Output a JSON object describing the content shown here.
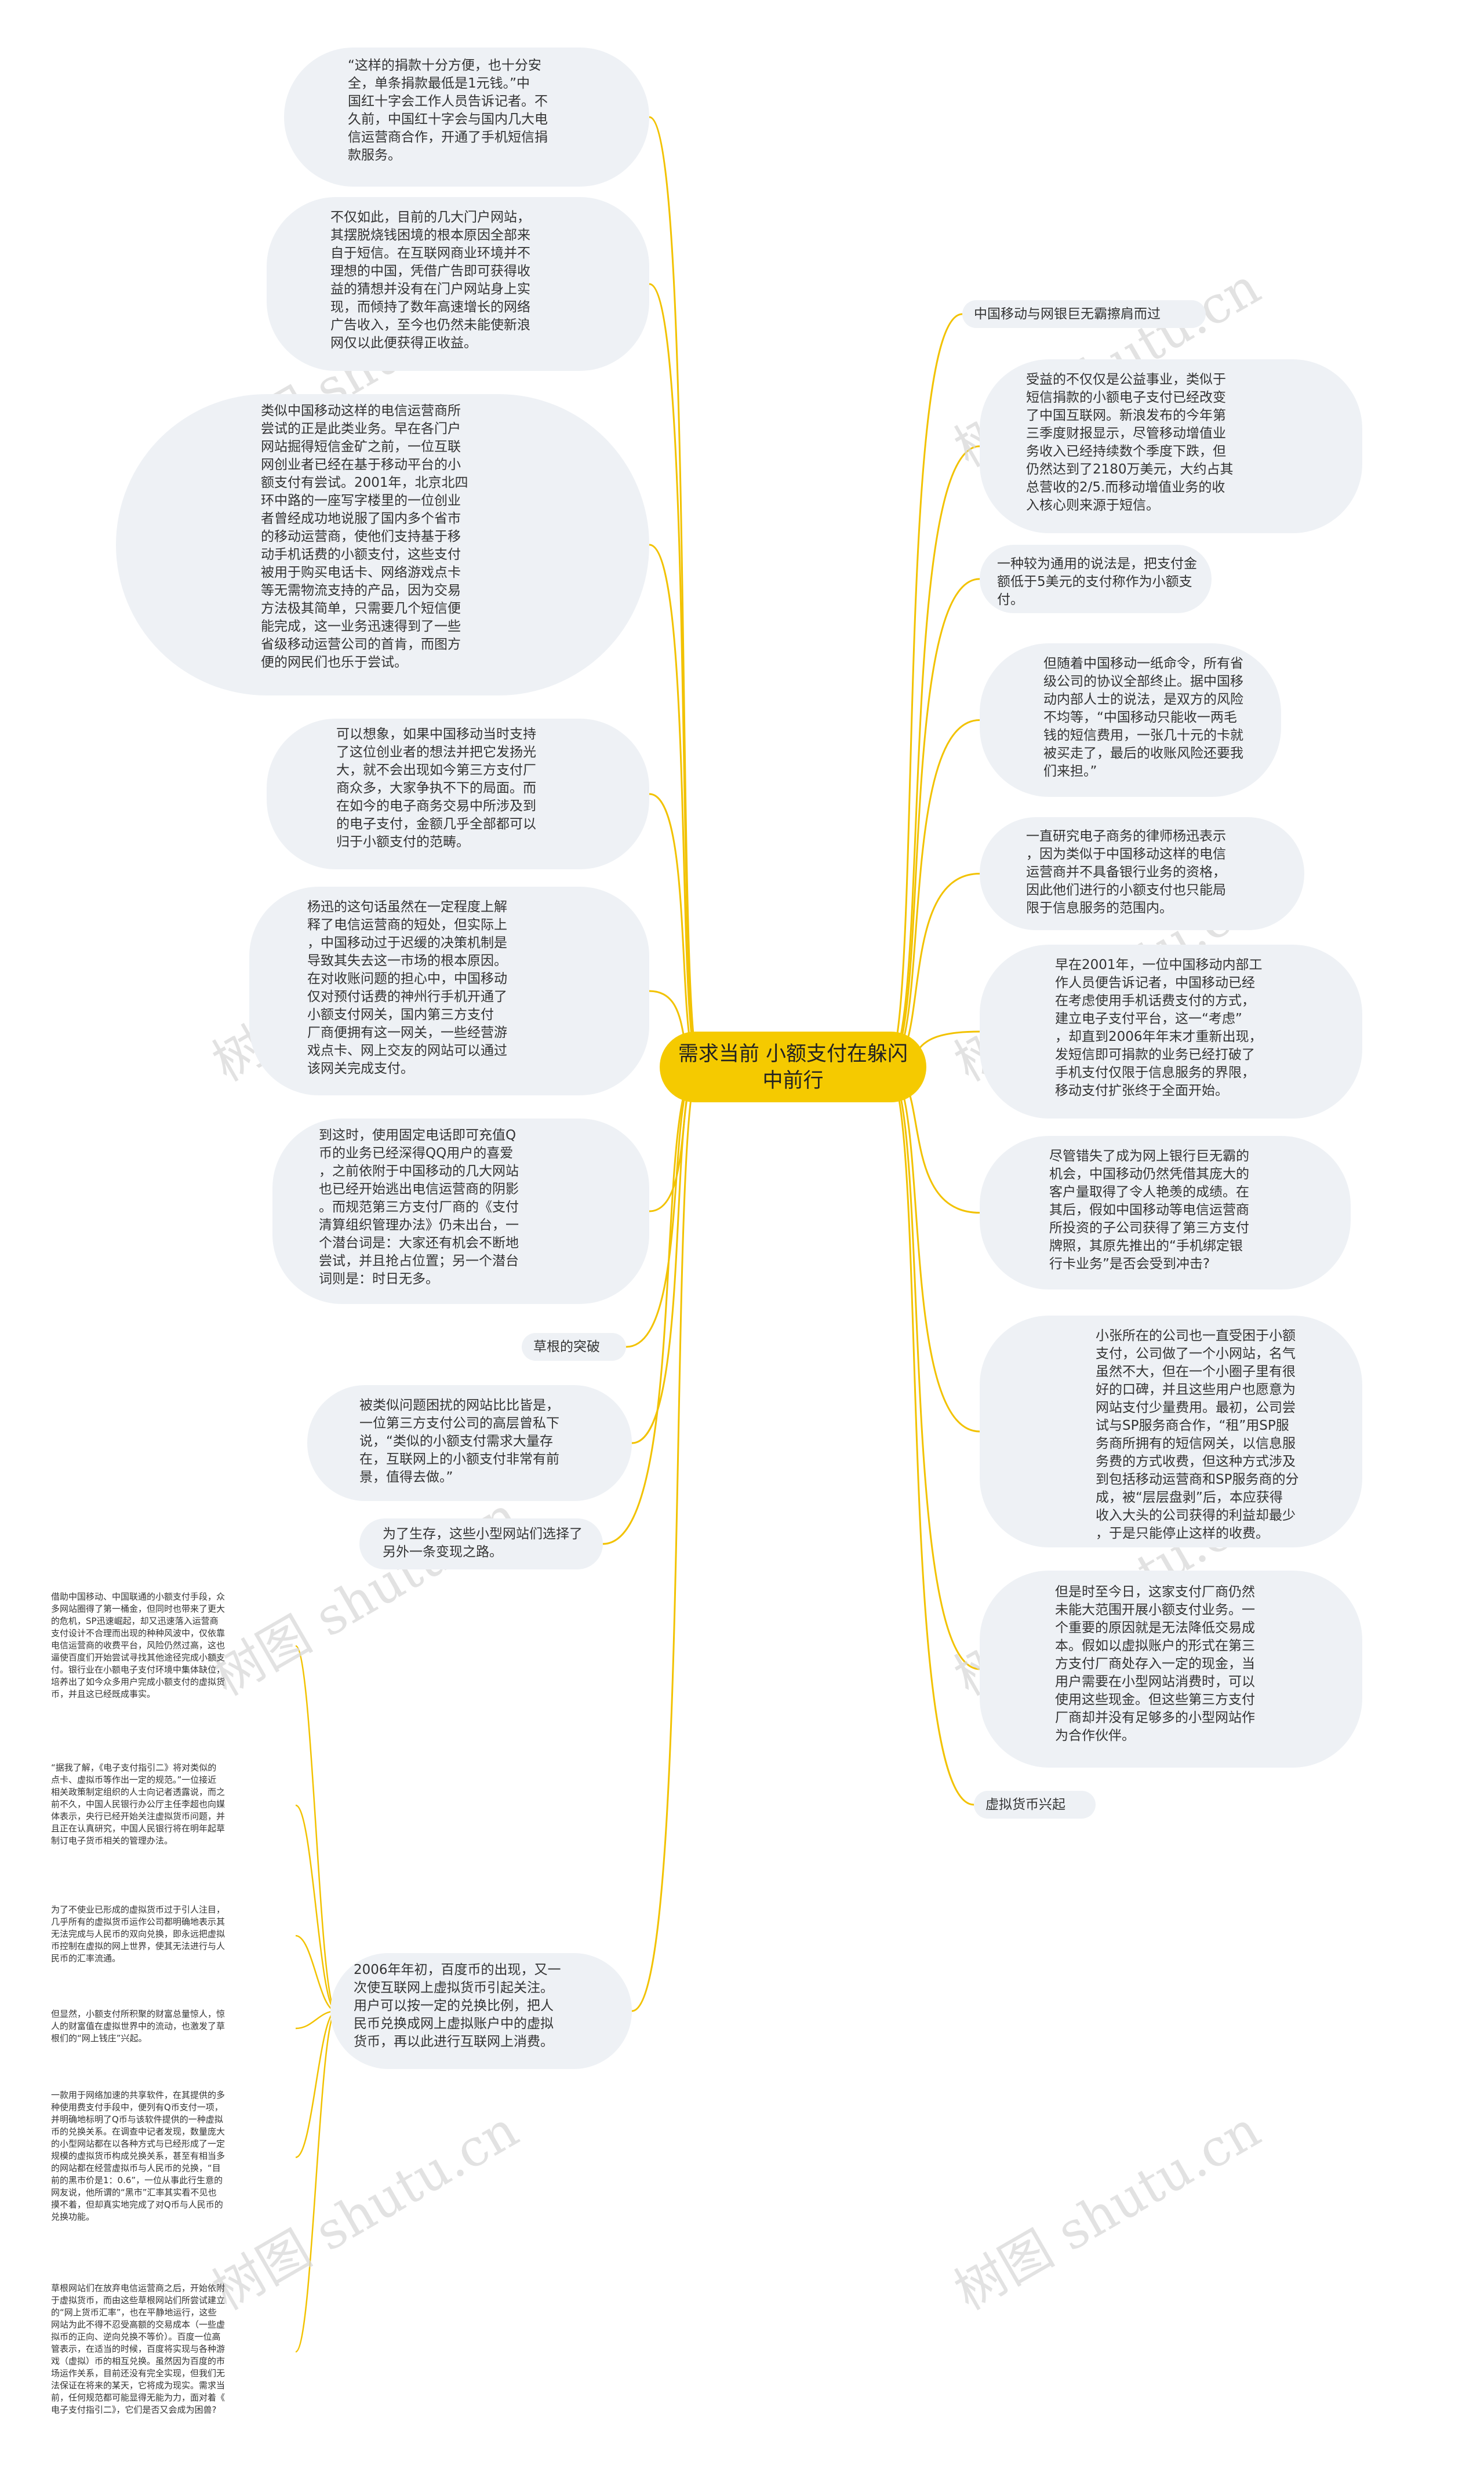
{
  "watermark": "树图 shutu.cn",
  "root": "需求当前 小额支付在躲闪\n中前行",
  "right": {
    "label1": "中国移动与网银巨无霸擦肩而过",
    "r1": "受益的不仅仅是公益事业，类似于\n短信捐款的小额电子支付已经改变\n了中国互联网。新浪发布的今年第\n三季度财报显示，尽管移动增值业\n务收入已经持续数个季度下跌，但\n仍然达到了2180万美元，大约占其\n总营收的2/5.而移动增值业务的收\n入核心则来源于短信。",
    "r2": "一种较为通用的说法是，把支付金\n额低于5美元的支付称作为小额支\n付。",
    "r3": "但随着中国移动一纸命令，所有省\n级公司的协议全部终止。据中国移\n动内部人士的说法，是双方的风险\n不均等，“中国移动只能收一两毛\n钱的短信费用，一张几十元的卡就\n被买走了，最后的收账风险还要我\n们来担。”",
    "r4": "一直研究电子商务的律师杨迅表示\n，因为类似于中国移动这样的电信\n运营商并不具备银行业务的资格，\n因此他们进行的小额支付也只能局\n限于信息服务的范围内。",
    "r5": "早在2001年，一位中国移动内部工\n作人员便告诉记者，中国移动已经\n在考虑使用手机话费支付的方式，\n建立电子支付平台，这一“考虑”\n，却直到2006年年末才重新出现，\n发短信即可捐款的业务已经打破了\n手机支付仅限于信息服务的界限，\n移动支付扩张终于全面开始。",
    "r6": "尽管错失了成为网上银行巨无霸的\n机会，中国移动仍然凭借其庞大的\n客户量取得了令人艳羡的成绩。在\n其后，假如中国移动等电信运营商\n所投资的子公司获得了第三方支付\n牌照，其原先推出的“手机绑定银\n行卡业务”是否会受到冲击?",
    "r7": "小张所在的公司也一直受困于小额\n支付，公司做了一个小网站，名气\n虽然不大，但在一个小圈子里有很\n好的口碑，并且这些用户也愿意为\n网站支付少量费用。最初，公司尝\n试与SP服务商合作，“租”用SP服\n务商所拥有的短信网关，以信息服\n务费的方式收费，但这种方式涉及\n到包括移动运营商和SP服务商的分\n成，被“层层盘剥”后，本应获得\n收入大头的公司获得的利益却最少\n，于是只能停止这样的收费。",
    "r8": "但是时至今日，这家支付厂商仍然\n未能大范围开展小额支付业务。一\n个重要的原因就是无法降低交易成\n本。假如以虚拟账户的形式在第三\n方支付厂商处存入一定的现金，当\n用户需要在小型网站消费时，可以\n使用这些现金。但这些第三方支付\n厂商却并没有足够多的小型网站作\n为合作伙伴。",
    "label2": "虚拟货币兴起"
  },
  "left": {
    "l1": "“这样的捐款十分方便，也十分安\n全，单条捐款最低是1元钱。”中\n国红十字会工作人员告诉记者。不\n久前，中国红十字会与国内几大电\n信运营商合作，开通了手机短信捐\n款服务。",
    "l2": "不仅如此，目前的几大门户网站，\n其摆脱烧钱困境的根本原因全部来\n自于短信。在互联网商业环境并不\n理想的中国，凭借广告即可获得收\n益的猜想并没有在门户网站身上实\n现，而倾持了数年高速增长的网络\n广告收入，至今也仍然未能使新浪\n网仅以此便获得正收益。",
    "l3": "类似中国移动这样的电信运营商所\n尝试的正是此类业务。早在各门户\n网站掘得短信金矿之前，一位互联\n网创业者已经在基于移动平台的小\n额支付有尝试。2001年，北京北四\n环中路的一座写字楼里的一位创业\n者曾经成功地说服了国内多个省市\n的移动运营商，使他们支持基于移\n动手机话费的小额支付，这些支付\n被用于购买电话卡、网络游戏点卡\n等无需物流支持的产品，因为交易\n方法极其简单，只需要几个短信便\n能完成，这一业务迅速得到了一些\n省级移动运营公司的首肯，而图方\n便的网民们也乐于尝试。",
    "l4": "可以想象，如果中国移动当时支持\n了这位创业者的想法并把它发扬光\n大，就不会出现如今第三方支付厂\n商众多，大家争执不下的局面。而\n在如今的电子商务交易中所涉及到\n的电子支付，金额几乎全部都可以\n归于小额支付的范畴。",
    "l5": "杨迅的这句话虽然在一定程度上解\n释了电信运营商的短处，但实际上\n，中国移动过于迟缓的决策机制是\n导致其失去这一市场的根本原因。\n在对收账问题的担心中，中国移动\n仅对预付话费的神州行手机开通了\n小额支付网关，国内第三方支付\n厂商便拥有这一网关，一些经营游\n戏点卡、网上交友的网站可以通过\n该网关完成支付。",
    "l6": "到这时，使用固定电话即可充值Q\n币的业务已经深得QQ用户的喜爱\n，之前依附于中国移动的几大网站\n也已经开始逃出电信运营商的阴影\n。而规范第三方支付厂商的《支付\n清算组织管理办法》仍未出台，一\n个潜台词是：大家还有机会不断地\n尝试，并且抢占位置；另一个潜台\n词则是：时日无多。",
    "label3": "草根的突破",
    "l7": "被类似问题困扰的网站比比皆是，\n一位第三方支付公司的高层曾私下\n说，“类似的小额支付需求大量存\n在，互联网上的小额支付非常有前\n景，值得去做。”",
    "l8": "为了生存，这些小型网站们选择了\n另外一条变现之路。",
    "l9": "2006年年初，百度币的出现，又一\n次使互联网上虚拟货币引起关注。\n用户可以按一定的兑换比例，把人\n民币兑换成网上虚拟账户中的虚拟\n货币，再以此进行互联网上消费。"
  },
  "leaves": {
    "f1": "借助中国移动、中国联通的小额支付手段，众\n多网站圈得了第一桶金，但同时也带来了更大\n的危机，SP迅速崛起，却又迅速落入运营商\n支付设计不合理而出现的种种风波中，仅依靠\n电信运营商的收费平台，风险仍然过高，这也\n逼使百度们开始尝试寻找其他途径完成小额支\n付。银行业在小额电子支付环境中集体缺位，\n培养出了如今众多用户完成小额支付的虚拟货\n币，并且这已经既成事实。",
    "f2": "“据我了解，《电子支付指引二》将对类似的\n点卡、虚拟币等作出一定的规范。”一位接近\n相关政策制定组织的人士向记者透露说，而之\n前不久，中国人民银行办公厅主任李超也向媒\n体表示，央行已经开始关注虚拟货币问题，并\n且正在认真研究，中国人民银行将在明年起草\n制订电子货币相关的管理办法。",
    "f3": "为了不使业已形成的虚拟货币过于引人注目，\n几乎所有的虚拟货币运作公司都明确地表示其\n无法完成与人民币的双向兑换，即永远把虚拟\n币控制在虚拟的网上世界，使其无法进行与人\n民币的汇率流通。",
    "f4": "但显然，小额支付所积聚的财富总量惊人，惊\n人的财富值在虚拟世界中的流动，也激发了草\n根们的“网上钱庄”兴起。",
    "f5": "一款用于网络加速的共享软件，在其提供的多\n种使用费支付手段中，便列有Q币支付一项，\n并明确地标明了Q币与该软件提供的一种虚拟\n币的兑换关系。在调查中记者发现，数量庞大\n的小型网站都在以各种方式与已经形成了一定\n规模的虚拟货币构成兑换关系，甚至有相当多\n的网站都在经营虚拟币与人民币的兑换，“目\n前的黑市价是1：0.6”，一位从事此行生意的\n网友说，他所谓的“黑市”汇率其实看不见也\n摸不着，但却真实地完成了对Q币与人民币的\n兑换功能。",
    "f6": "草根网站们在放弃电信运营商之后，开始依附\n于虚拟货币，而由这些草根网站们所尝试建立\n的“网上货币汇率”，也在平静地运行，这些\n网站为此不得不忍受高额的交易成本（一些虚\n拟币的正向、逆向兑换不等价）。百度一位高\n管表示，在适当的时候，百度将实现与各种游\n戏（虚拟）币的相互兑换。虽然因为百度的市\n场运作关系，目前还没有完全实现，但我们无\n法保证在将来的某天，它将成为现实。需求当\n前，任何规范都可能显得无能为力，面对着《\n电子支付指引二》，它们是否又会成为困兽?"
  }
}
